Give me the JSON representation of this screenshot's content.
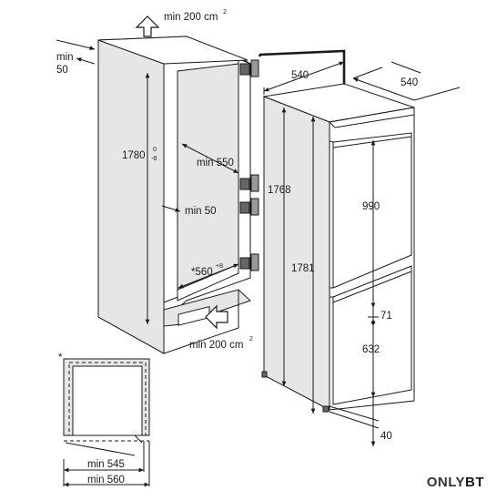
{
  "labels": {
    "top_vent": "min 200 cm",
    "top_vent_sup": "2",
    "left_gap_a": "min",
    "left_gap_b": "50",
    "niche_height": "1780",
    "niche_height_tol_top": "0",
    "niche_height_tol_bot": "-8",
    "niche_depth": "min 550",
    "inner_gap": "min 50",
    "niche_width_star": "*560",
    "niche_width_tol": "+8",
    "bottom_vent": "min 200 cm",
    "bottom_vent_sup": "2",
    "depth_top": "540",
    "width_top": "540",
    "body_height_1": "1768",
    "body_height_2": "1781",
    "upper_door": "990",
    "door_gap": "71",
    "lower_door": "632",
    "foot": "40",
    "star_mark": "*",
    "min_545": "min 545",
    "min_560": "min 560"
  },
  "brand": {
    "logo_main": "ONLY",
    "logo_accent": "BT"
  }
}
